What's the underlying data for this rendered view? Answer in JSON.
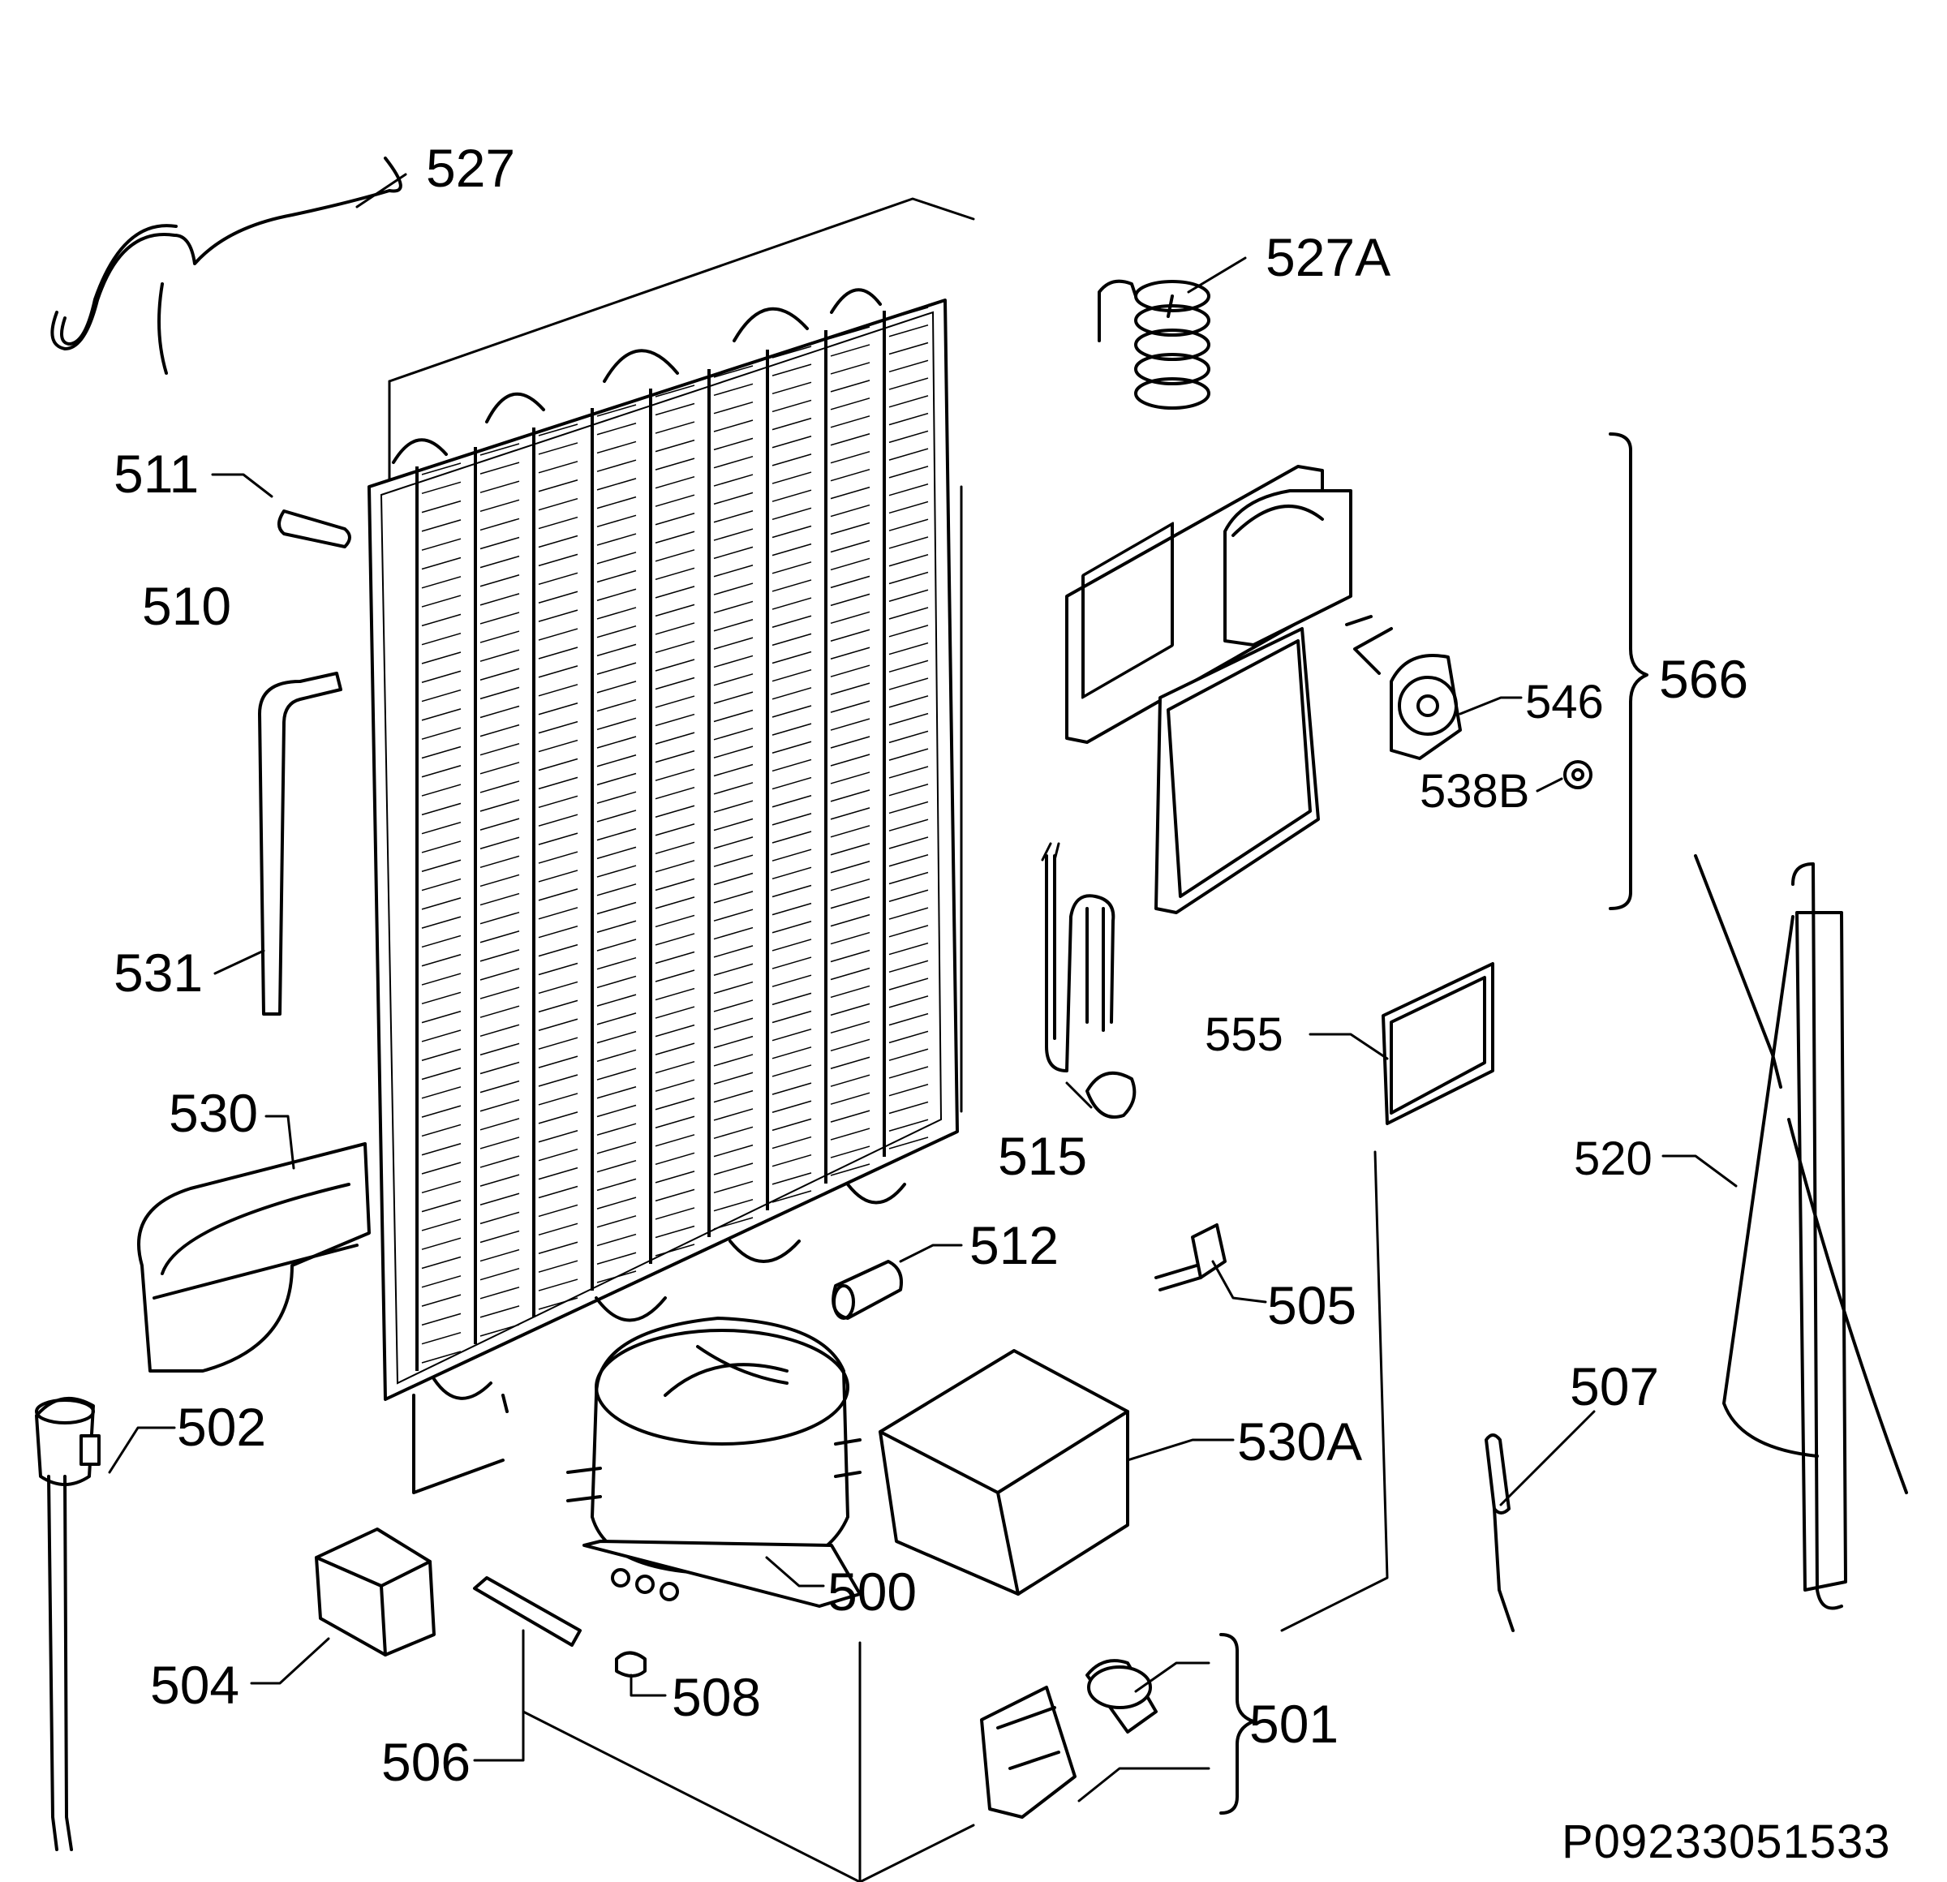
{
  "diagram": {
    "reference_code": "P09233051533",
    "parts": [
      {
        "id": "p527",
        "label": "527"
      },
      {
        "id": "p527a",
        "label": "527A"
      },
      {
        "id": "p511",
        "label": "511"
      },
      {
        "id": "p510",
        "label": "510"
      },
      {
        "id": "p566",
        "label": "566"
      },
      {
        "id": "p546",
        "label": "546"
      },
      {
        "id": "p538b",
        "label": "538B"
      },
      {
        "id": "p531",
        "label": "531"
      },
      {
        "id": "p555",
        "label": "555"
      },
      {
        "id": "p530",
        "label": "530"
      },
      {
        "id": "p515",
        "label": "515"
      },
      {
        "id": "p520",
        "label": "520"
      },
      {
        "id": "p512",
        "label": "512"
      },
      {
        "id": "p505",
        "label": "505"
      },
      {
        "id": "p502",
        "label": "502"
      },
      {
        "id": "p507",
        "label": "507"
      },
      {
        "id": "p530a",
        "label": "530A"
      },
      {
        "id": "p500",
        "label": "500"
      },
      {
        "id": "p504",
        "label": "504"
      },
      {
        "id": "p508",
        "label": "508"
      },
      {
        "id": "p501",
        "label": "501"
      },
      {
        "id": "p506",
        "label": "506"
      }
    ]
  }
}
